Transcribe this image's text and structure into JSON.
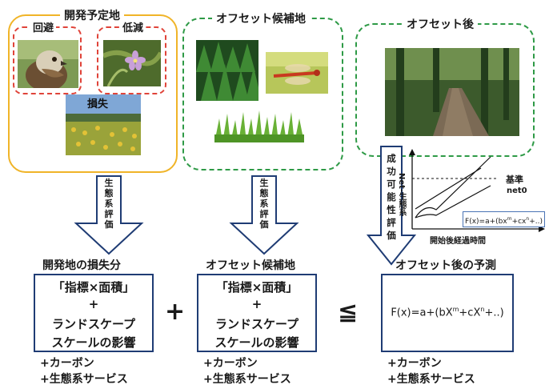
{
  "development_site": {
    "title": "開発予定地",
    "avoid_label": "回避",
    "reduce_label": "低減",
    "loss_label": "損失"
  },
  "offset_candidate": {
    "title": "オフセット候補地"
  },
  "after_offset": {
    "title": "オフセット後"
  },
  "arrows": {
    "eval_text_1": "生態系評価",
    "eval_text_2": "生態系評価",
    "success_text": "成功可能性評価"
  },
  "graph": {
    "ylabel": "Net-生態系",
    "xlabel": "開始後経過時間",
    "baseline_label_1": "基準",
    "baseline_label_2": "net0",
    "formula": "F(x)=a+(bx",
    "formula_sup1": "m",
    "formula_mid": "+cx",
    "formula_sup2": "n",
    "formula_end": "+..)"
  },
  "result_left": {
    "title": "開発地の損失分",
    "line1": "「指標×面積」",
    "line2": "+",
    "line3": "ランドスケープ",
    "line4": "スケールの影響",
    "extra1": "+カーボン",
    "extra2": "+生態系サービス"
  },
  "result_middle": {
    "title": "オフセット候補地",
    "line1": "「指標×面積」",
    "line2": "+",
    "line3": "ランドスケープ",
    "line4": "スケールの影響",
    "extra1": "+カーボン",
    "extra2": "+生態系サービス"
  },
  "result_right": {
    "title": "オフセット後の予測",
    "formula": "F(x)=a+(bX",
    "formula_sup1": "m",
    "formula_mid": "+cX",
    "formula_sup2": "n",
    "formula_end": "+..)",
    "extra1": "+カーボン",
    "extra2": "+生態系サービス"
  },
  "operators": {
    "plus": "+",
    "leq": "≦"
  },
  "colors": {
    "dev_border": "#f0b428",
    "green_dashed": "#2e9a46",
    "red_dashed": "#e0443a",
    "box_border": "#1f3c74",
    "arrow_border": "#1f3c74",
    "arrow_fill": "#ffffff"
  }
}
